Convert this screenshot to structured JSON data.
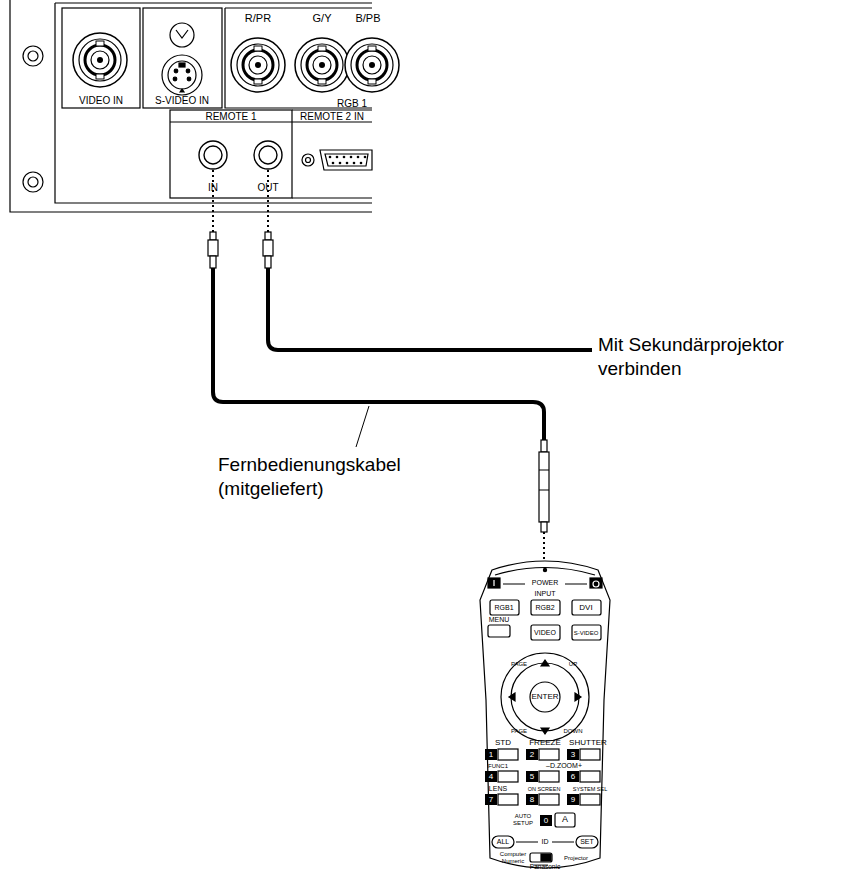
{
  "diagram": {
    "labels": [
      "VIDEO IN",
      "S-VIDEO IN",
      "R/PR",
      "G/Y",
      "B/PB",
      "RGB 1",
      "REMOTE 1",
      "IN",
      "OUT",
      "REMOTE 2 IN",
      "Mit Sekundärprojektor verbinden",
      "Fernbedienungskabel (mitgeliefert)",
      "POWER",
      "INPUT",
      "RGB1",
      "RGB2",
      "DVI",
      "MENU",
      "VIDEO",
      "S-VIDEO",
      "PAGE",
      "UP",
      "ENTER",
      "PAGE",
      "DOWN",
      "STD",
      "FREEZE",
      "SHUTTER",
      "1",
      "2",
      "3",
      "FUNC1",
      "–D.ZOOM+",
      "4",
      "5",
      "6",
      "LENS",
      "ON SCREEN",
      "SYSTEM SEL",
      "7",
      "8",
      "9",
      "AUTO SETUP",
      "0",
      "A",
      "ALL",
      "ID",
      "SET",
      "Computer",
      "Numeric",
      "Projector",
      "Panasonic"
    ]
  }
}
